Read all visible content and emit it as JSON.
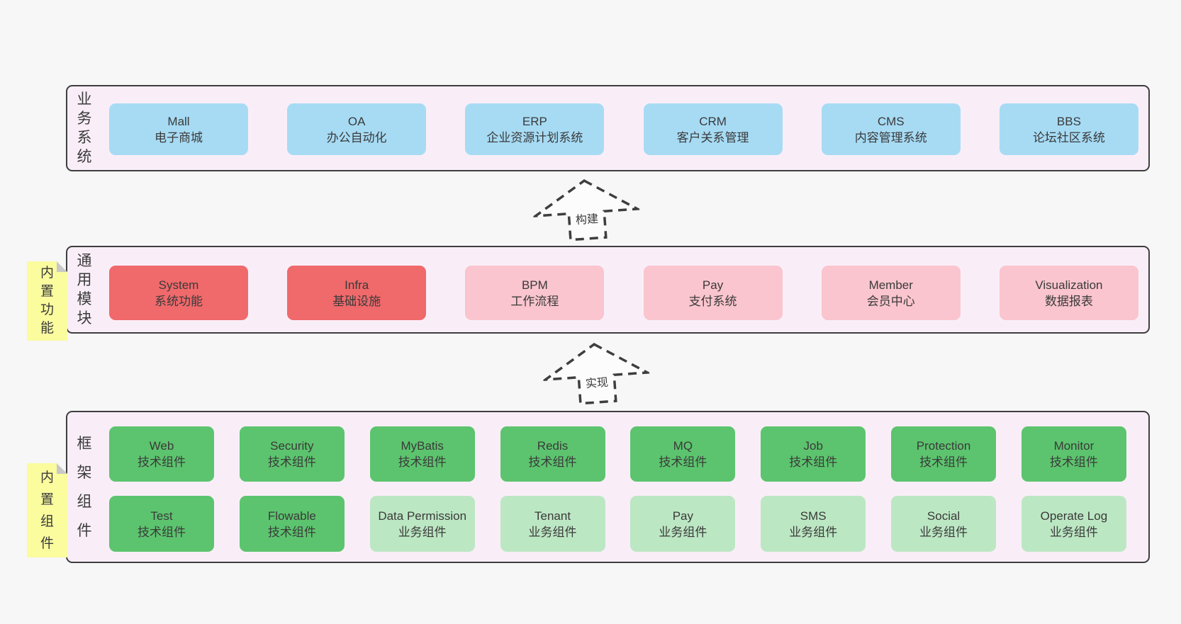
{
  "palette": {
    "page_bg": "#f7f7f7",
    "layer_bg": "#f9eef8",
    "border": "#3e3e3e",
    "text": "#3a3a3a",
    "blue": "#a7dbf4",
    "red": "#f0696b",
    "pink": "#fac5ce",
    "green_dark": "#5cc46e",
    "green_light": "#bce7c3",
    "note_yellow": "#fafc9e",
    "note_fold": "#c8c8c8"
  },
  "arrows": [
    {
      "label": "构建"
    },
    {
      "label": "实现"
    }
  ],
  "layers": [
    {
      "id": "business-systems",
      "label": "业务系统",
      "boxes": [
        {
          "title": "Mall",
          "subtitle": "电子商城",
          "variant": "blue"
        },
        {
          "title": "OA",
          "subtitle": "办公自动化",
          "variant": "blue"
        },
        {
          "title": "ERP",
          "subtitle": "企业资源计划系统",
          "variant": "blue"
        },
        {
          "title": "CRM",
          "subtitle": "客户关系管理",
          "variant": "blue"
        },
        {
          "title": "CMS",
          "subtitle": "内容管理系统",
          "variant": "blue"
        },
        {
          "title": "BBS",
          "subtitle": "论坛社区系统",
          "variant": "blue"
        }
      ]
    },
    {
      "id": "common-modules",
      "label": "通用模块",
      "note": "内置功能",
      "boxes": [
        {
          "title": "System",
          "subtitle": "系统功能",
          "variant": "red"
        },
        {
          "title": "Infra",
          "subtitle": "基础设施",
          "variant": "red"
        },
        {
          "title": "BPM",
          "subtitle": "工作流程",
          "variant": "pink"
        },
        {
          "title": "Pay",
          "subtitle": "支付系统",
          "variant": "pink"
        },
        {
          "title": "Member",
          "subtitle": "会员中心",
          "variant": "pink"
        },
        {
          "title": "Visualization",
          "subtitle": "数据报表",
          "variant": "pink"
        }
      ]
    },
    {
      "id": "framework-components",
      "label": "框架组件",
      "note": "内置组件",
      "rows": [
        {
          "boxes": [
            {
              "title": "Web",
              "subtitle": "技术组件",
              "variant": "green-dark"
            },
            {
              "title": "Security",
              "subtitle": "技术组件",
              "variant": "green-dark"
            },
            {
              "title": "MyBatis",
              "subtitle": "技术组件",
              "variant": "green-dark"
            },
            {
              "title": "Redis",
              "subtitle": "技术组件",
              "variant": "green-dark"
            },
            {
              "title": "MQ",
              "subtitle": "技术组件",
              "variant": "green-dark"
            },
            {
              "title": "Job",
              "subtitle": "技术组件",
              "variant": "green-dark"
            },
            {
              "title": "Protection",
              "subtitle": "技术组件",
              "variant": "green-dark"
            },
            {
              "title": "Monitor",
              "subtitle": "技术组件",
              "variant": "green-dark"
            }
          ]
        },
        {
          "boxes": [
            {
              "title": "Test",
              "subtitle": "技术组件",
              "variant": "green-dark"
            },
            {
              "title": "Flowable",
              "subtitle": "技术组件",
              "variant": "green-dark"
            },
            {
              "title": "Data Permission",
              "subtitle": "业务组件",
              "variant": "green-light"
            },
            {
              "title": "Tenant",
              "subtitle": "业务组件",
              "variant": "green-light"
            },
            {
              "title": "Pay",
              "subtitle": "业务组件",
              "variant": "green-light"
            },
            {
              "title": "SMS",
              "subtitle": "业务组件",
              "variant": "green-light"
            },
            {
              "title": "Social",
              "subtitle": "业务组件",
              "variant": "green-light"
            },
            {
              "title": "Operate Log",
              "subtitle": "业务组件",
              "variant": "green-light"
            }
          ]
        }
      ]
    }
  ]
}
